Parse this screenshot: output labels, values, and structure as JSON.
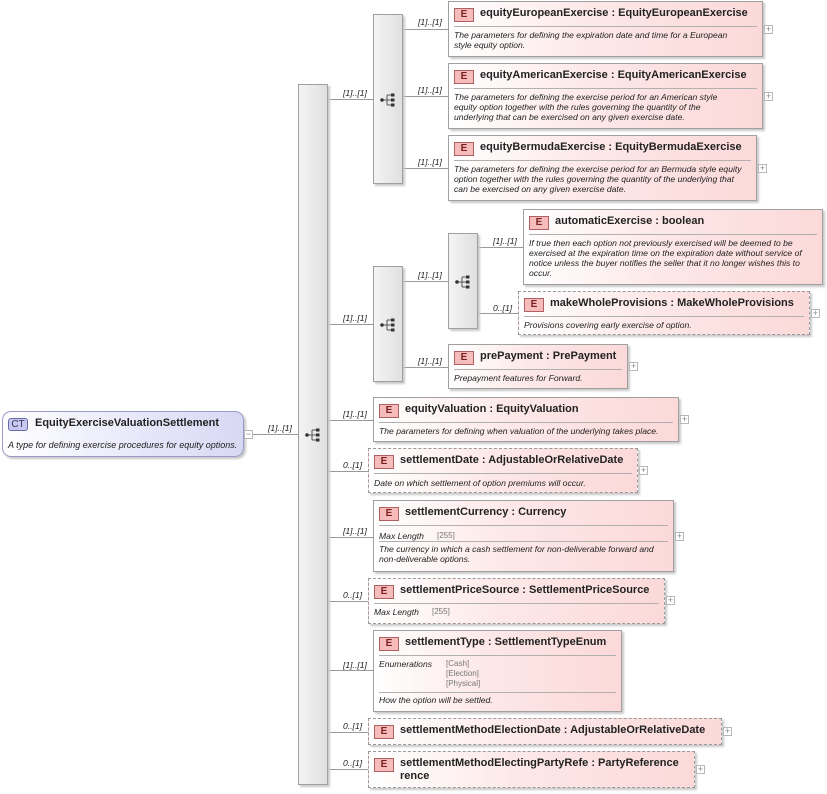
{
  "root": {
    "badge": "CT",
    "name": "EquityExerciseValuationSettlement",
    "description": "A type for defining exercise procedures for equity options."
  },
  "icons": {
    "element_badge": "E",
    "sequence": "sequence-compositor-icon",
    "expand": "plus-icon",
    "collapse": "minus-icon"
  },
  "cardinalities": {
    "root_seq": "[1]..[1]",
    "choice_exercise": "[1]..[1]",
    "choice_provisions": "[1]..[1]",
    "inner_seq": "[1]..[1]",
    "european": "[1]..[1]",
    "american": "[1]..[1]",
    "bermuda": "[1]..[1]",
    "automatic": "[1]..[1]",
    "makewhole": "0..[1]",
    "prepayment": "[1]..[1]",
    "equityValuation": "[1]..[1]",
    "settlementDate": "0..[1]",
    "settlementCurrency": "[1]..[1]",
    "settlementPriceSource": "0..[1]",
    "settlementType": "[1]..[1]",
    "settlementMethodElectionDate": "0..[1]",
    "settlementMethodElectingPartyReference": "0..[1]"
  },
  "elements": {
    "european": {
      "title": "equityEuropeanExercise : EquityEuropeanExercise",
      "description": "The parameters for defining the expiration date and time for a European style equity option."
    },
    "american": {
      "title": "equityAmericanExercise : EquityAmericanExercise",
      "description": "The parameters for defining the exercise period for an American style equity option together with the rules governing the quantity of the underlying that can be exercised on any given exercise date."
    },
    "bermuda": {
      "title": "equityBermudaExercise : EquityBermudaExercise",
      "description": "The parameters for defining the exercise period for an Bermuda style equity option together with the rules governing the quantity of the underlying that can be exercised on any given exercise date."
    },
    "automatic": {
      "title": "automaticExercise : boolean",
      "description": "If true then each option not previously exercised will be deemed to be exercised at the expiration time on the expiration date without service of notice unless the buyer notifies the seller that it no longer wishes this to occur."
    },
    "makewhole": {
      "title": "makeWholeProvisions : MakeWholeProvisions",
      "description": "Provisions covering early exercise of option."
    },
    "prepayment": {
      "title": "prePayment : PrePayment",
      "description": "Prepayment features for Forward."
    },
    "equityValuation": {
      "title": "equityValuation : EquityValuation",
      "description": "The parameters for defining when valuation of the underlying takes place."
    },
    "settlementDate": {
      "title": "settlementDate : AdjustableOrRelativeDate",
      "description": "Date on which settlement of option premiums will occur."
    },
    "settlementCurrency": {
      "title": "settlementCurrency : Currency",
      "prop_label": "Max Length",
      "prop_value": "[255]",
      "description": "The currency in which a cash settlement for non-deliverable forward and non-deliverable options."
    },
    "settlementPriceSource": {
      "title": "settlementPriceSource : SettlementPriceSource",
      "prop_label": "Max Length",
      "prop_value": "[255]"
    },
    "settlementType": {
      "title": "settlementType : SettlementTypeEnum",
      "prop_label": "Enumerations",
      "enum_values": [
        "[Cash]",
        "[Election]",
        "[Physical]"
      ],
      "description": "How the option will be settled."
    },
    "settlementMethodElectionDate": {
      "title": "settlementMethodElectionDate : AdjustableOrRelativeDate"
    },
    "settlementMethodElectingPartyReference": {
      "title_line1": "settlementMethodElectingPartyRefe : PartyReference",
      "title_line2": "rence"
    }
  }
}
